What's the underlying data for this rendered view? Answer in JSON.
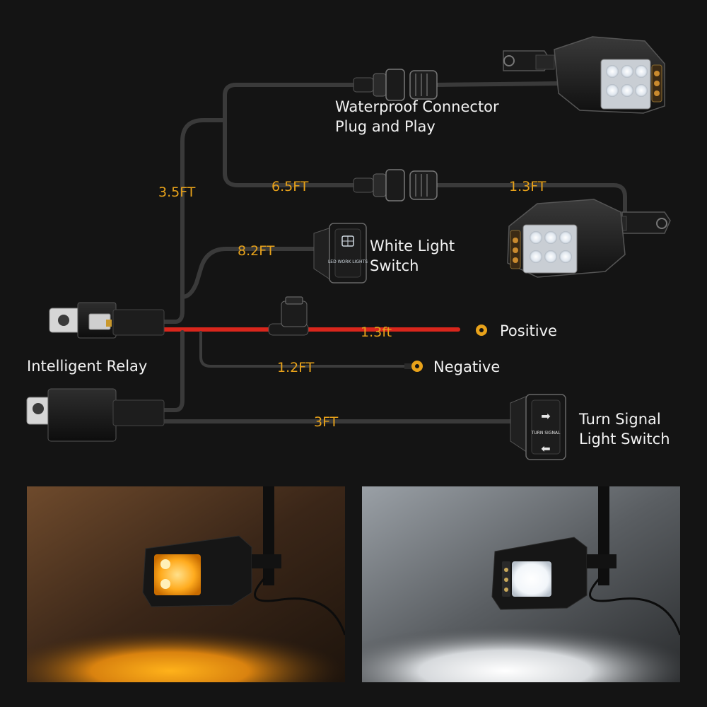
{
  "labels": {
    "waterproof_line1": "Waterproof Connector",
    "waterproof_line2": "Plug and Play",
    "white_switch_line1": "White Light",
    "white_switch_line2": "Switch",
    "positive": "Positive",
    "negative": "Negative",
    "relay": "Intelligent Relay",
    "turn_switch_line1": "Turn Signal",
    "turn_switch_line2": "Light Switch"
  },
  "lengths": {
    "trunk": "3.5FT",
    "lower_light": "6.5FT",
    "light_pigtail": "1.3FT",
    "white_switch": "8.2FT",
    "positive": "1.3ft",
    "negative": "1.2FT",
    "turn_switch": "3FT"
  },
  "switch_text": {
    "white": "LED WORK LIGHTS",
    "turn": "TURN SIGNAL"
  },
  "colors": {
    "background": "#141414",
    "wire": "#3a3a3a",
    "positive_wire": "#d9261c",
    "length_label": "#e8a21a",
    "terminal_dot": "#e8a21a",
    "amber_light": "#ffab1e",
    "white_light": "#ffffff"
  }
}
